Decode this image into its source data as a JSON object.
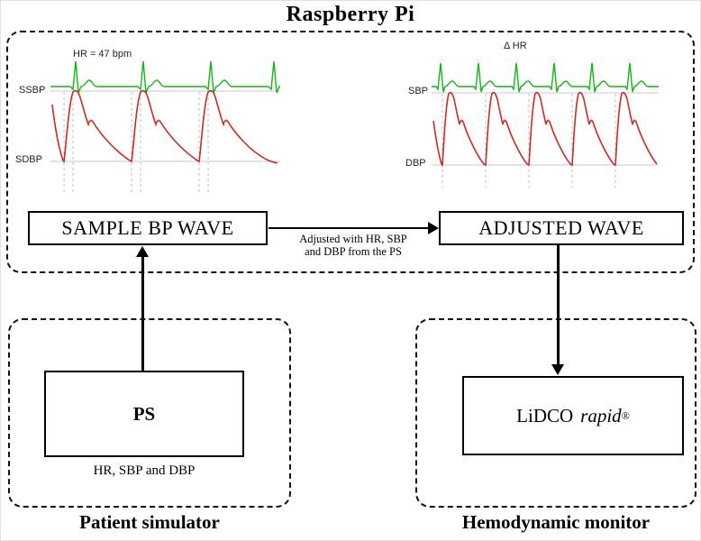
{
  "figure": {
    "title": "Raspberry Pi",
    "arrow_label": {
      "line1": "Adjusted with HR, SBP",
      "line2": "and DBP from the PS"
    }
  },
  "raspberry_pi": {
    "sample_box_label": "SAMPLE BP WAVE",
    "adjusted_box_label": "ADJUSTED WAVE",
    "left_panel": {
      "hr_label": "HR = 47 bpm",
      "systolic_label": "SSBP",
      "diastolic_label": "SDBP"
    },
    "right_panel": {
      "hr_label": "Δ HR",
      "systolic_label": "SBP",
      "diastolic_label": "DBP"
    }
  },
  "patient_simulator": {
    "title": "Patient simulator",
    "ps_box_label": "PS",
    "signals_label": "HR, SBP and DBP"
  },
  "hemodynamic_monitor": {
    "title": "Hemodynamic monitor",
    "device_name": "LiDCO",
    "device_model": "rapid",
    "registered_mark": "®"
  },
  "colors": {
    "ecg_green": "#12b712",
    "bp_red": "#cd2a20",
    "grid_gray": "#c9c9c9",
    "dash_gray": "#bdbdbd"
  }
}
